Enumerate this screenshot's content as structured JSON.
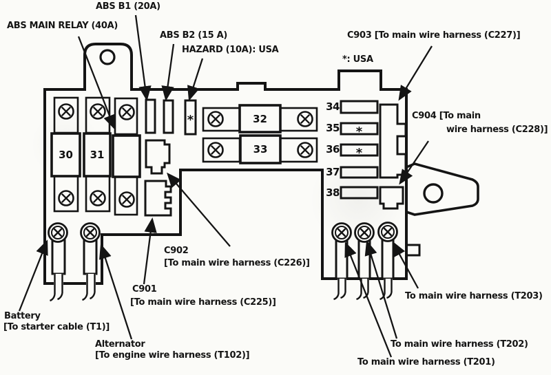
{
  "diagram": {
    "note": "*: USA",
    "callouts": {
      "abs_b1": "ABS B1 (20A)",
      "abs_main_relay": "ABS MAIN RELAY (40A)",
      "abs_b2": "ABS B2 (15 A)",
      "hazard": "HAZARD (10A): USA",
      "c903": "C903 [To main wire harness (C227)]",
      "c904_l1": "C904 [To main",
      "c904_l2": "wire harness (C228)]",
      "c902_l1": "C902",
      "c902_l2": "[To main wire harness (C226)]",
      "c901_l1": "C901",
      "c901_l2": "[To main wire harness (C225)]",
      "battery_l1": "Battery",
      "battery_l2": "[To starter cable (T1)]",
      "alternator_l1": "Alternator",
      "alternator_l2": "[To engine wire harness (T102)]",
      "t203": "To main wire harness (T203)",
      "t202": "To main wire harness (T202)",
      "t201": "To main wire harness (T201)"
    },
    "fuse_numbers": {
      "f30": "30",
      "f31": "31",
      "f32": "32",
      "f33": "33",
      "f34": "34",
      "f35": "35",
      "f36": "36",
      "f37": "37",
      "f38": "38",
      "asterisk": "*"
    },
    "colors": {
      "ink": "#141414",
      "paper": "#fbfbf8"
    }
  }
}
